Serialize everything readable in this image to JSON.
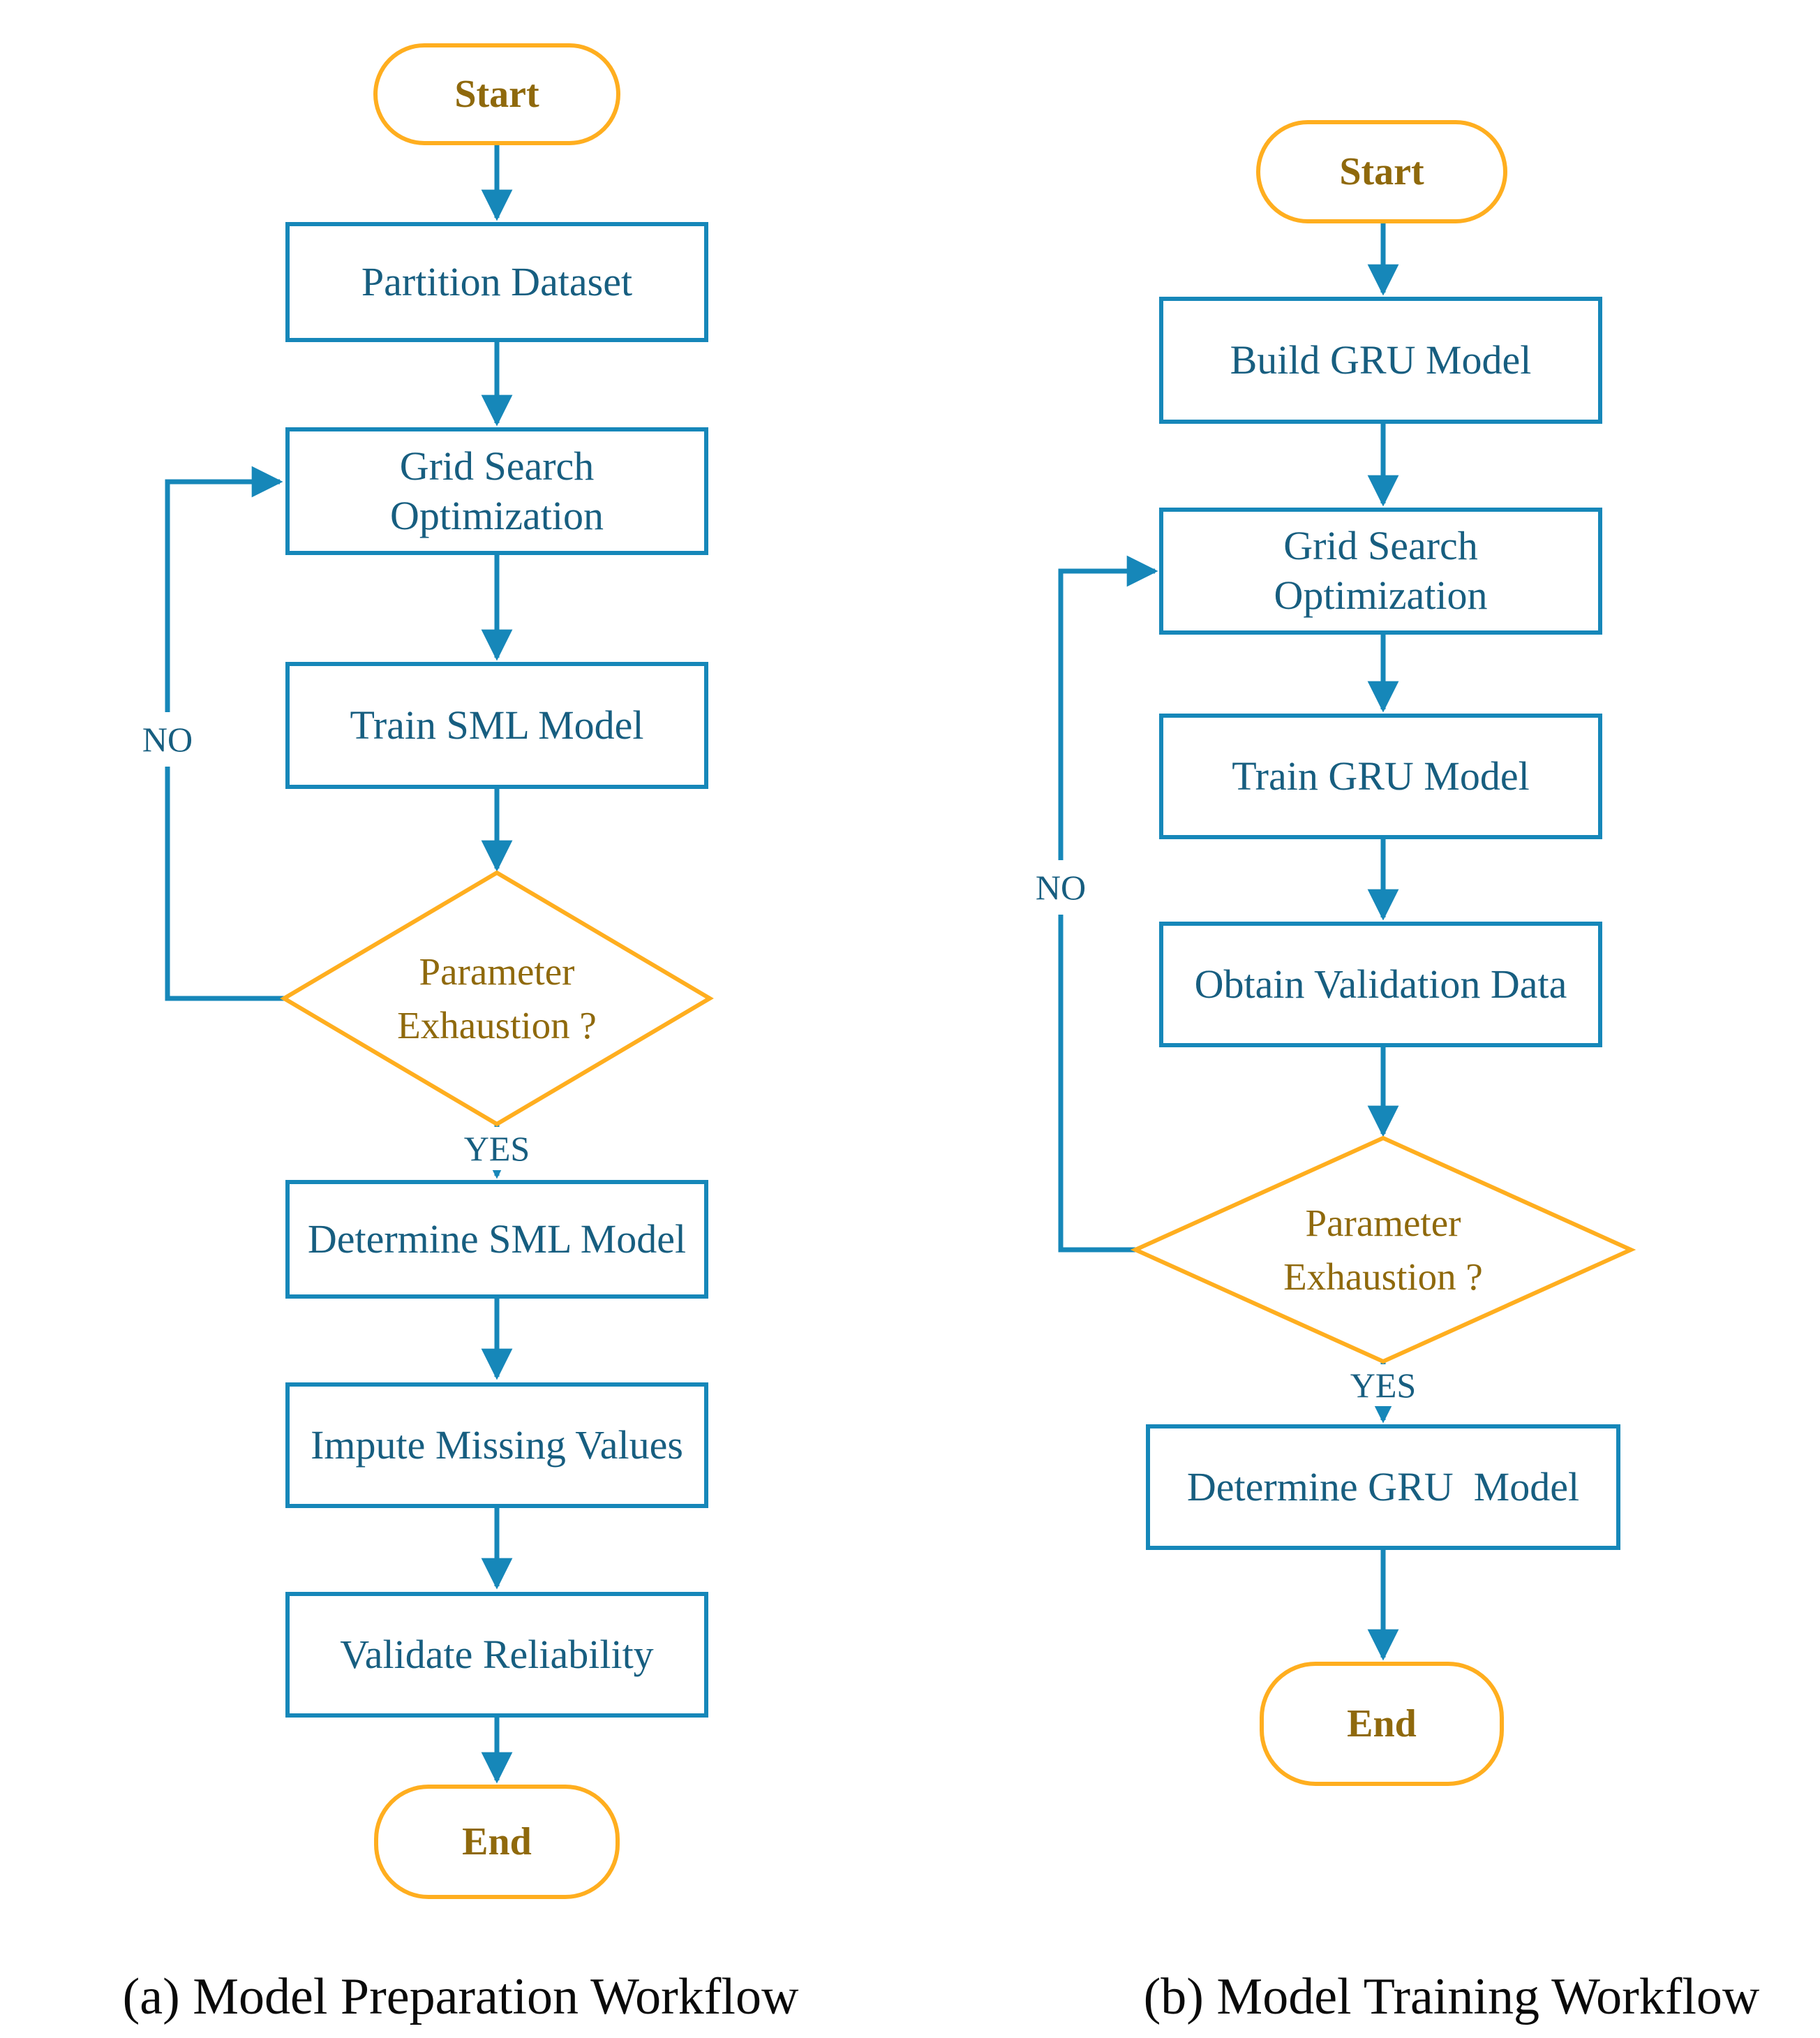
{
  "colors": {
    "line_teal": "#1687B9",
    "accent_orange": "#FFAE1F",
    "process_text": "#175E80",
    "terminal_text": "#8F690C",
    "caption_text": "#0a0a0a"
  },
  "flow_a": {
    "start_label": "Start",
    "step_partition": "Partition Dataset",
    "step_grid_search": "Grid Search\nOptimization",
    "step_train": "Train SML Model",
    "decision_label": "Parameter\nExhaustion ?",
    "branch_no": "NO",
    "branch_yes": "YES",
    "step_determine": "Determine SML Model",
    "step_impute": "Impute Missing Values",
    "step_validate": "Validate Reliability",
    "end_label": "End",
    "caption": "(a) Model Preparation Workflow"
  },
  "flow_b": {
    "start_label": "Start",
    "step_build": "Build GRU Model",
    "step_grid_search": "Grid Search\nOptimization",
    "step_train": "Train GRU Model",
    "step_obtain": "Obtain Validation Data",
    "decision_label": "Parameter\nExhaustion ?",
    "branch_no": "NO",
    "branch_yes": "YES",
    "step_determine": "Determine GRU  Model",
    "end_label": "End",
    "caption": "(b) Model Training Workflow"
  }
}
